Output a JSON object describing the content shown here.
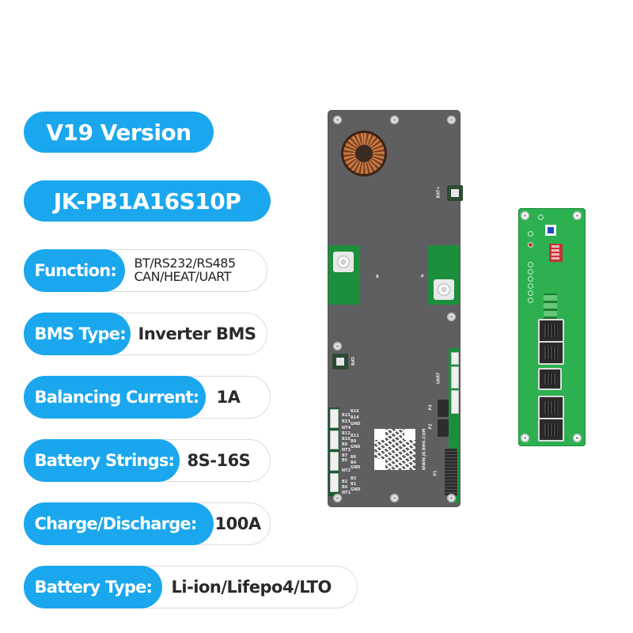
{
  "header": {
    "version_badge": "V19 Version",
    "model_badge": "JK-PB1A16S10P"
  },
  "specs": [
    {
      "label": "Function:",
      "value_line1": "BT/RS232/RS485",
      "value_line2": "CAN/HEAT/UART"
    },
    {
      "label": "BMS Type:",
      "value": "Inverter BMS"
    },
    {
      "label": "Balancing Current:",
      "value": "1A"
    },
    {
      "label": "Battery Strings:",
      "value": "8S-16S"
    },
    {
      "label": "Charge/Discharge:",
      "value": "100A"
    },
    {
      "label": "Battery Type:",
      "value": "Li-ion/Lifepo4/LTO"
    }
  ],
  "product_image": {
    "main_board": {
      "labels": {
        "bat_plus": "BAT+",
        "bat_minus": "BAT-",
        "b_marker": "B",
        "p_marker": "P",
        "uart": "UART",
        "p1": "P1",
        "p2": "P2",
        "p3": "P3",
        "website": "WWW.JK-BMS.COM",
        "balance_pins": [
          "B16",
          "B15",
          "B14",
          "B13",
          "GND",
          "NT4",
          "B12",
          "B11",
          "B10",
          "B9",
          "B8",
          "GND",
          "NT3",
          "B7",
          "B6",
          "B5",
          "B4",
          "GND",
          "NT2",
          "B3",
          "B2",
          "B1",
          "B0",
          "GND",
          "NT1"
        ]
      }
    },
    "expansion_board": {
      "ports": [
        "RJ45-dual-top",
        "RJ11",
        "RJ45-dual-bottom"
      ]
    }
  },
  "colors": {
    "accent_blue": "#1aa7ee",
    "board_gray": "#5f5f61",
    "pcb_green": "#2db050"
  }
}
